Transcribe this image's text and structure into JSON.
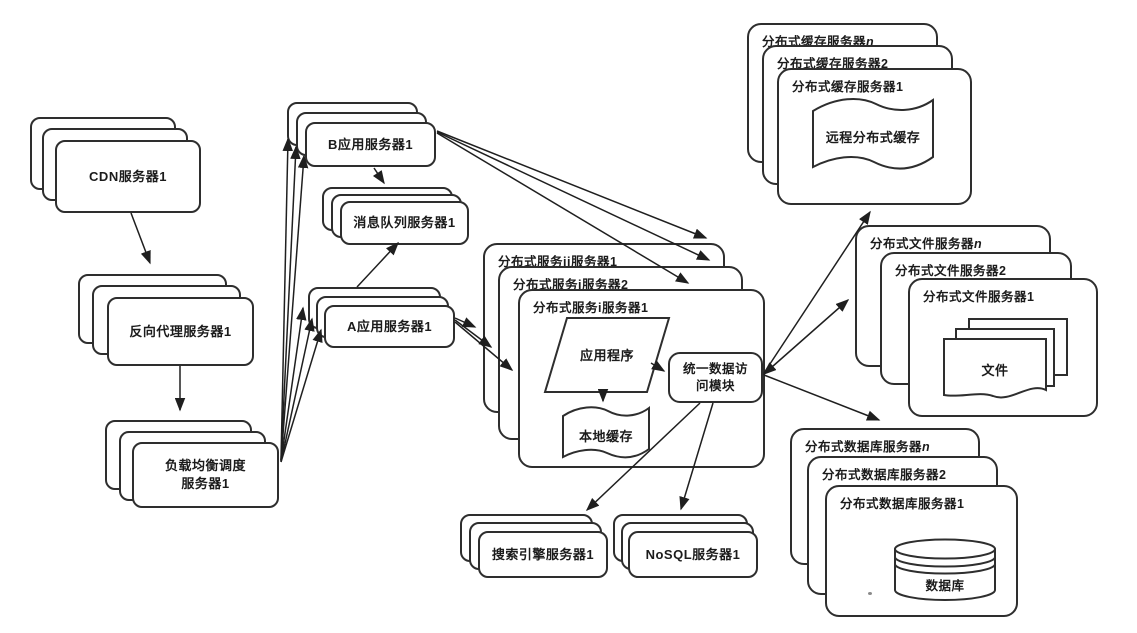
{
  "nodes": {
    "cdn": {
      "label": "CDN服务器1"
    },
    "reverse_proxy": {
      "label": "反向代理服务器1"
    },
    "load_balancer": {
      "line1": "负载均衡调度",
      "line2": "服务器1"
    },
    "app_server_b": {
      "label": "B应用服务器1"
    },
    "message_queue": {
      "label": "消息队列服务器1"
    },
    "app_server_a": {
      "label": "A应用服务器1"
    },
    "service_stack": {
      "outer": "分布式服务ii服务器1",
      "middle": "分布式服务i服务器2",
      "inner": "分布式服务i服务器1",
      "application": "应用程序",
      "local_cache": "本地缓存",
      "data_access_line1": "统一数据访",
      "data_access_line2": "问模块"
    },
    "search_engine": {
      "label": "搜索引擎服务器1"
    },
    "nosql": {
      "label": "NoSQL服务器1"
    },
    "cache_stack": {
      "cards": [
        {
          "prefix": "分布式缓存服务器",
          "suffix": "n"
        },
        {
          "prefix": "分布式缓存服务器",
          "suffix": "2"
        },
        {
          "prefix": "分布式缓存服务器",
          "suffix": "1"
        }
      ],
      "inner_label": "远程分布式缓存"
    },
    "file_stack": {
      "cards": [
        {
          "prefix": "分布式文件服务器",
          "suffix": "n"
        },
        {
          "prefix": "分布式文件服务器",
          "suffix": "2"
        },
        {
          "prefix": "分布式文件服务器",
          "suffix": "1"
        }
      ],
      "inner_label": "文件"
    },
    "db_stack": {
      "cards": [
        {
          "prefix": "分布式数据库服务器",
          "suffix": "n"
        },
        {
          "prefix": "分布式数据库服务器",
          "suffix": "2"
        },
        {
          "prefix": "分布式数据库服务器",
          "suffix": "1"
        }
      ],
      "inner_label": "数据库"
    }
  },
  "colors": {
    "ink": "#1f1f1f",
    "paper": "#ffffff"
  }
}
